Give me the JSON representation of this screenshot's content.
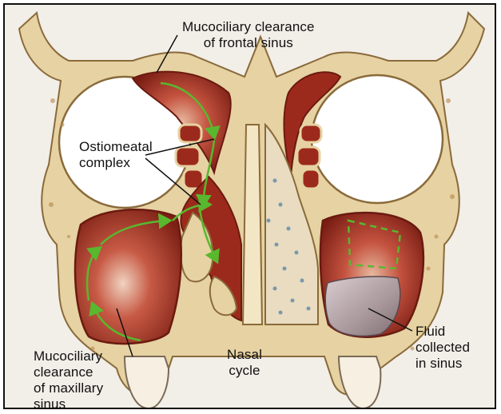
{
  "labels": {
    "frontal_clearance": "Mucociliary clearance\nof frontal sinus",
    "ostiomeatal_complex": "Ostiomeatal\ncomplex",
    "maxillary_clearance": "Mucociliary\nclearance\nof maxillary\nsinus",
    "nasal_cycle": "Nasal\ncycle",
    "fluid_collected": "Fluid\ncollected\nin sinus"
  },
  "colors": {
    "background": "#f2eee8",
    "bone": "#e6d2a2",
    "bone_edge": "#8a6a3a",
    "mucosa": "#9c2a1c",
    "mucosa_light": "#c9594a",
    "clearance_arrow": "#59b82e",
    "fluid": "#b8a9ad"
  }
}
